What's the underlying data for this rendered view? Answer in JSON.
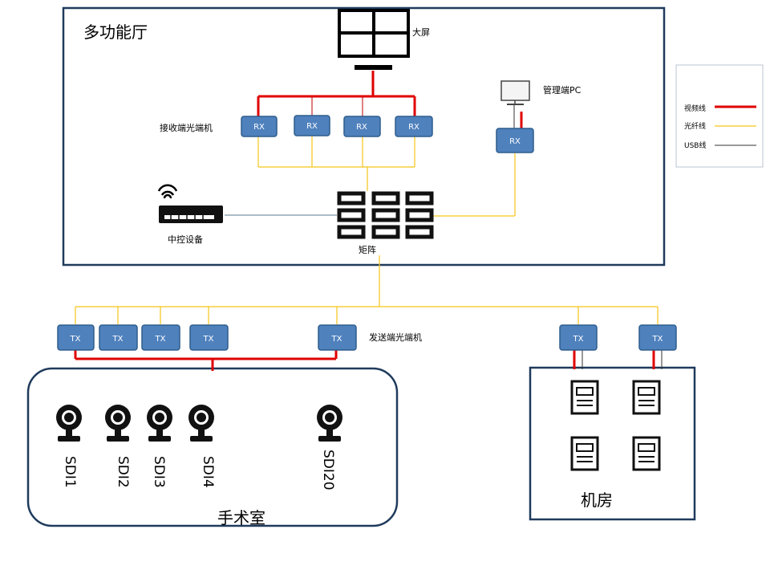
{
  "regions": {
    "hall": "多功能厅",
    "or": "手术室",
    "machine_room": "机房"
  },
  "labels": {
    "screen": "大屏",
    "rx_group": "接收端光端机",
    "mgmt_pc": "管理端PC",
    "controller": "中控设备",
    "matrix": "矩阵",
    "tx_group": "发送端光端机"
  },
  "nodes": {
    "rx": [
      "RX",
      "RX",
      "RX",
      "RX",
      "RX"
    ],
    "tx": [
      "TX",
      "TX",
      "TX",
      "TX",
      "TX",
      "TX",
      "TX"
    ]
  },
  "cameras": [
    "SDI1",
    "SDI2",
    "SDI3",
    "SDI4",
    "SDI20"
  ],
  "legend": {
    "video": "视频线",
    "fiber": "光纤线",
    "usb": "USB线"
  },
  "colors": {
    "video": "#e00000",
    "fiber": "#f5c518",
    "usb": "#000000",
    "node": "#4f81bd",
    "frame": "#1f3b5c"
  }
}
